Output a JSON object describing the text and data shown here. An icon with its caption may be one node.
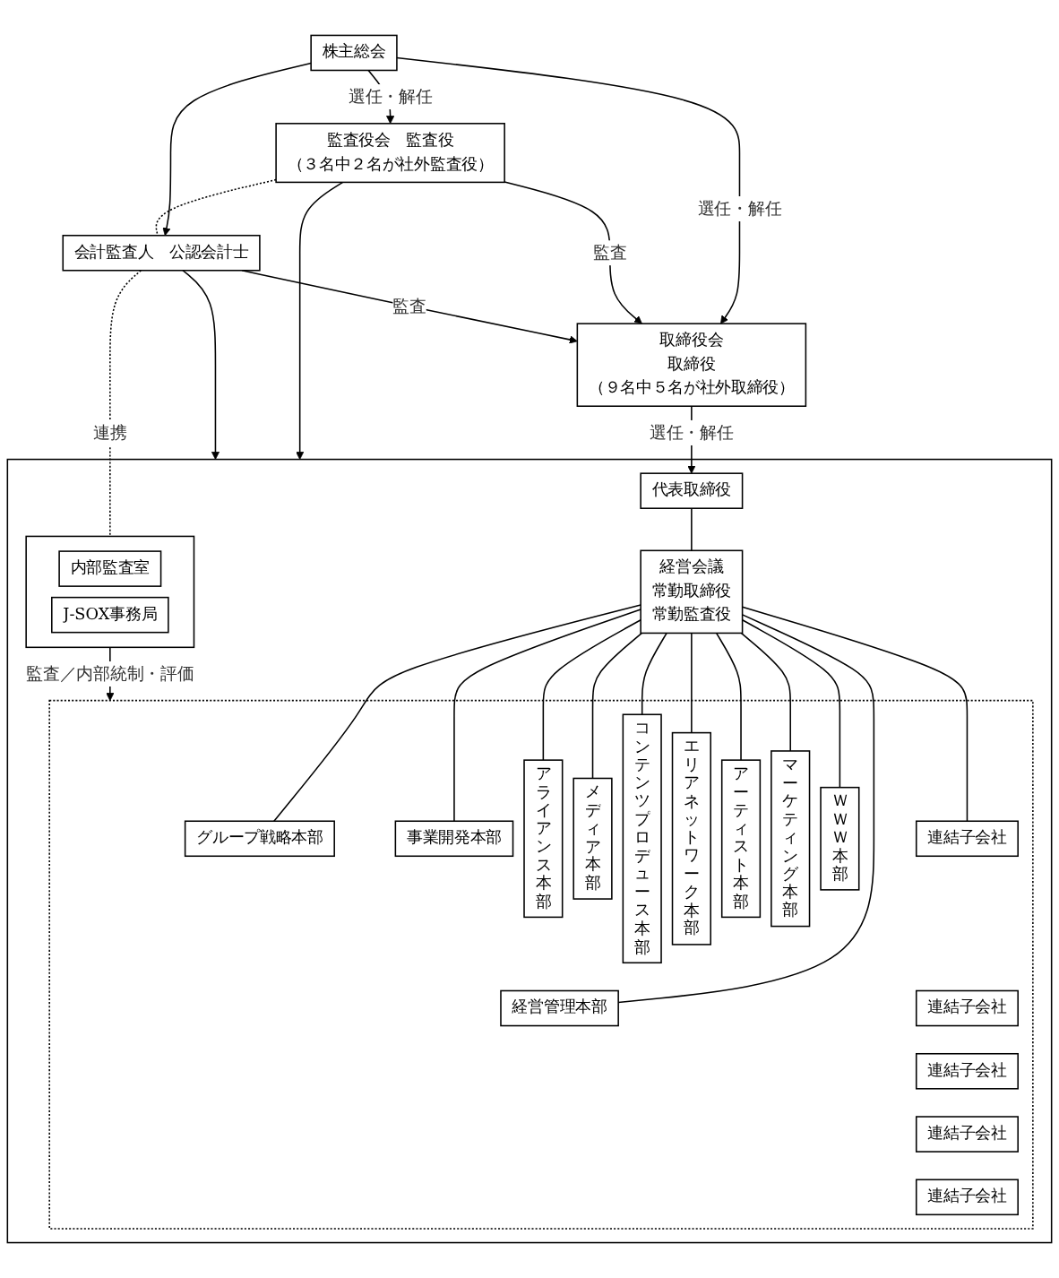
{
  "diagram": {
    "nodes": [
      {
        "text": [
          "株主総会"
        ]
      },
      {
        "text": [
          "取締役会",
          "取締役",
          "（９名中５名が社外取締役）"
        ]
      },
      {
        "text": [
          "監査役会　監査役",
          "（３名中２名が社外監査役）"
        ]
      },
      {
        "text": [
          "会計監査人　公認会計士"
        ]
      },
      {
        "text": [],
        "shape": "box"
      },
      {
        "text": [
          "代表取締役"
        ],
        "in": 4
      },
      {
        "text": [],
        "shape": "box",
        "in": 4
      },
      {
        "text": [
          "内部監査室"
        ],
        "in": 6
      },
      {
        "text": [
          "J-SOX事務局"
        ],
        "in": 6
      },
      {
        "text": [
          "経営会議",
          "常勤取締役",
          "常勤監査役"
        ],
        "in": 4
      },
      {
        "text": [],
        "shape": "box",
        "in": 4
      },
      {
        "text": [
          "グループ戦略本部"
        ],
        "in": 10
      },
      {
        "text": [
          "事業開発本部"
        ],
        "in": 10
      },
      {
        "text": [
          "経営管理本部"
        ],
        "in": 10
      },
      {
        "text": [
          "アライアンス本部"
        ],
        "in": 10
      },
      {
        "text": [
          "メディア本部"
        ],
        "in": 10
      },
      {
        "text": [
          "コンテンツプロデュース本部"
        ],
        "in": 10
      },
      {
        "text": [
          "エリアネットワーク本部"
        ],
        "in": 10
      },
      {
        "text": [
          "アーティスト本部"
        ],
        "in": 10
      },
      {
        "text": [
          "マーケティング本部"
        ],
        "in": 10
      },
      {
        "text": [
          "ＷＷＷ本部"
        ],
        "in": 10
      },
      {
        "text": [
          "連結子会社"
        ],
        "in": 10
      },
      {
        "text": [
          "連結子会社"
        ],
        "in": 10
      },
      {
        "text": [
          "連結子会社"
        ],
        "in": 10
      },
      {
        "text": [
          "連結子会社"
        ],
        "in": 10
      },
      {
        "text": [
          "連結子会社"
        ],
        "in": 10
      }
    ],
    "edges": [
      {
        "from": 0,
        "to": 1,
        "arrow": "to",
        "label": "選任・解任"
      },
      {
        "from": 0,
        "to": 2,
        "arrow": "to",
        "label": "選任・解任"
      },
      {
        "from": 0,
        "to": 3,
        "arrow": "to"
      },
      {
        "from": 2,
        "to": 1,
        "arrow": "to",
        "label": "監査"
      },
      {
        "from": 3,
        "to": 1,
        "arrow": "to",
        "label": "監査"
      },
      {
        "from": 2,
        "to": 4,
        "arrow": "to"
      },
      {
        "from": 3,
        "to": 4,
        "arrow": "to"
      },
      {
        "from": 1,
        "to": 5,
        "arrow": "to",
        "label": "選任・解任"
      },
      {
        "from": 2,
        "to": 3,
        "arrow": "none",
        "style": "dashed"
      },
      {
        "from": 3,
        "to": 6,
        "arrow": "none",
        "style": "dashed",
        "label": "連携"
      },
      {
        "from": 5,
        "to": 9,
        "arrow": "none"
      },
      {
        "from": 6,
        "to": 10,
        "arrow": "to",
        "label": "監査／内部統制・評価"
      },
      {
        "from": 9,
        "to": 11,
        "arrow": "none"
      },
      {
        "from": 9,
        "to": 12,
        "arrow": "none"
      },
      {
        "from": 9,
        "to": 13,
        "arrow": "none"
      },
      {
        "from": 9,
        "to": 14,
        "arrow": "none"
      },
      {
        "from": 9,
        "to": 15,
        "arrow": "none"
      },
      {
        "from": 9,
        "to": 16,
        "arrow": "none"
      },
      {
        "from": 9,
        "to": 17,
        "arrow": "none"
      },
      {
        "from": 9,
        "to": 18,
        "arrow": "none"
      },
      {
        "from": 9,
        "to": 19,
        "arrow": "none"
      },
      {
        "from": 9,
        "to": 20,
        "arrow": "none"
      },
      {
        "from": 9,
        "to": 21,
        "arrow": "none"
      }
    ]
  }
}
